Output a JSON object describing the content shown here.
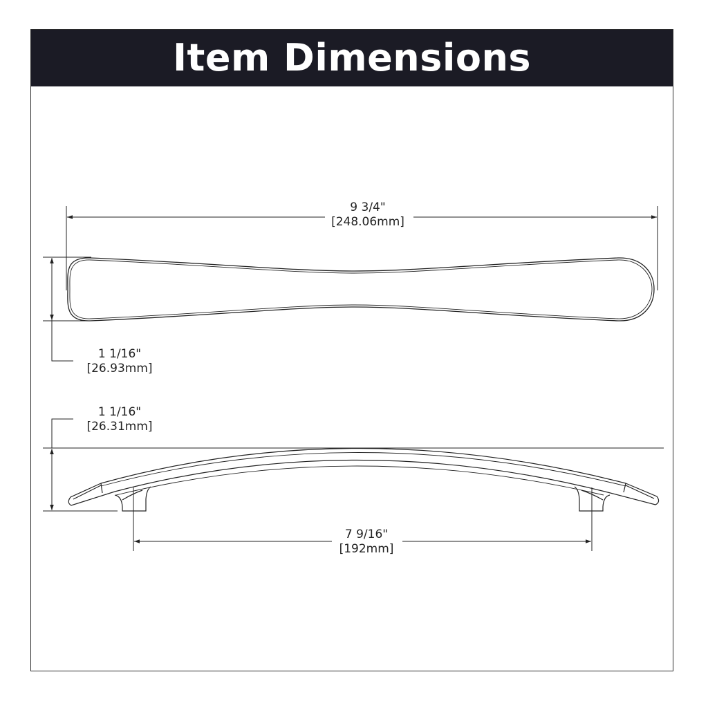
{
  "header": {
    "title": "Item Dimensions",
    "background_color": "#1b1b25",
    "text_color": "#ffffff"
  },
  "dimensions": {
    "overall_length": {
      "imperial": "9 3/4\"",
      "metric": "[248.06mm]"
    },
    "width": {
      "imperial": "1 1/16\"",
      "metric": "[26.93mm]"
    },
    "height": {
      "imperial": "1 1/16\"",
      "metric": "[26.31mm]"
    },
    "center_to_center": {
      "imperial": "7 9/16\"",
      "metric": "[192mm]"
    }
  },
  "views": {
    "top": "top-view-handle-outline",
    "side": "side-view-arched-pull"
  }
}
